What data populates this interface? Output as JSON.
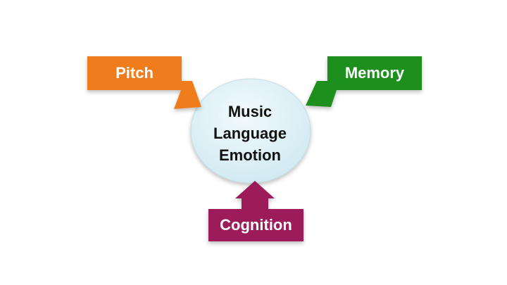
{
  "center": {
    "lines": [
      "Music",
      "Language",
      "Emotion"
    ],
    "fill": "#dff1f6"
  },
  "nodes": {
    "pitch": {
      "label": "Pitch",
      "color": "#f07d1e"
    },
    "memory": {
      "label": "Memory",
      "color": "#1f8f1f"
    },
    "cognition": {
      "label": "Cognition",
      "color": "#9b1b58"
    }
  }
}
